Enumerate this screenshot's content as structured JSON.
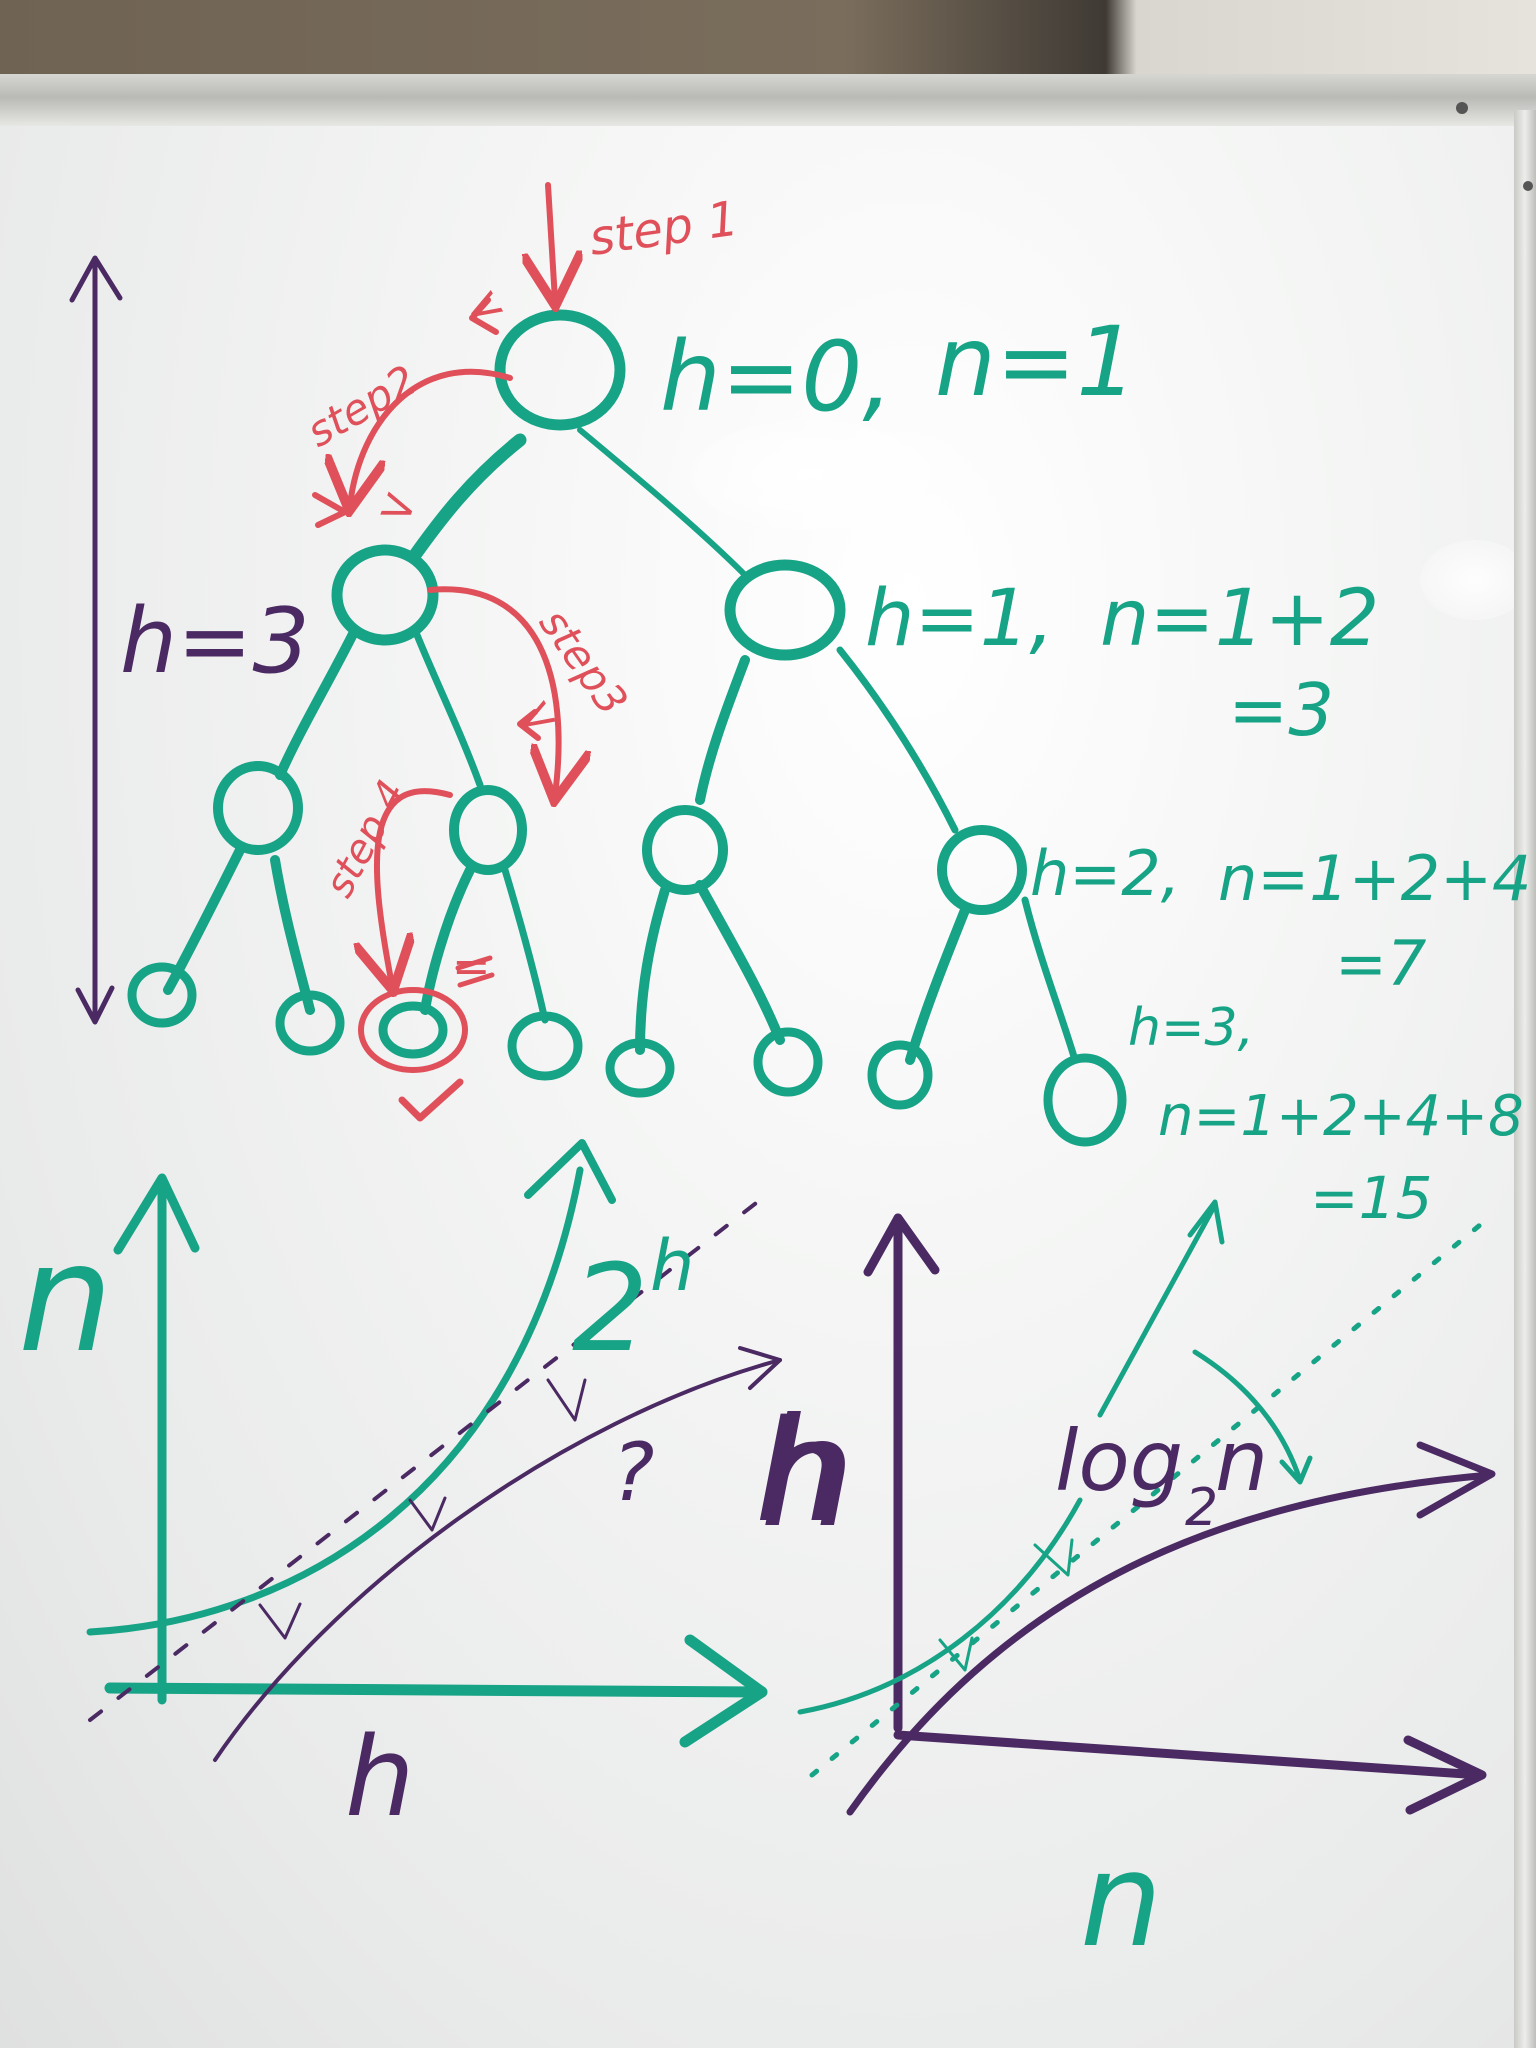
{
  "board": {
    "tree": {
      "levels": [
        {
          "h_label": "h=0,",
          "n_label": "n=1",
          "n_total": ""
        },
        {
          "h_label": "h=1,",
          "n_label": "n=1+2",
          "n_total": "=3"
        },
        {
          "h_label": "h=2,",
          "n_label": "n=1+2+4",
          "n_total": "=7"
        },
        {
          "h_label": "h=3,",
          "n_label": "n=1+2+4+8",
          "n_total": "=15"
        }
      ],
      "height_label": "h=3",
      "steps": [
        "step 1",
        "step2",
        "step3",
        "step 4"
      ],
      "comparison_marks": [
        "<",
        ">",
        "<",
        "="
      ],
      "check_mark": "✓"
    },
    "left_graph": {
      "y_axis": "n",
      "x_axis": "h",
      "curve_label": "2",
      "curve_exponent": "h",
      "question": "?",
      "mirror_label": "h"
    },
    "right_graph": {
      "y_axis": "h",
      "x_axis": "n",
      "curve_label": "log",
      "curve_subscript": "2",
      "curve_arg": "n"
    }
  }
}
